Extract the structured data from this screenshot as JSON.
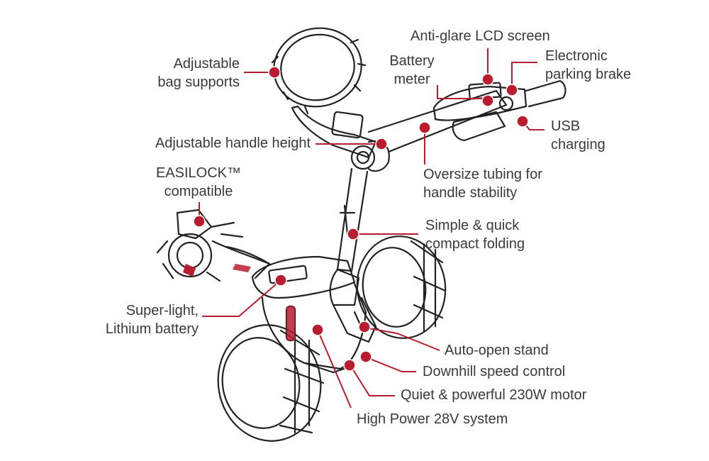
{
  "colors": {
    "accent": "#b81c2e",
    "line": "#222222",
    "text": "#3a3a3a"
  },
  "labels": {
    "bag_supports": "Adjustable\nbag supports",
    "handle_height": "Adjustable handle height",
    "easilock": "EASILOCK™\ncompatible",
    "battery": "Super-light,\nLithium battery",
    "lcd": "Anti-glare LCD screen",
    "battery_meter": "Battery\nmeter",
    "parking_brake": "Electronic\nparking brake",
    "usb": "USB\ncharging",
    "tubing": "Oversize tubing for\nhandle stability",
    "folding": "Simple & quick\ncompact folding",
    "stand": "Auto-open stand",
    "downhill": "Downhill speed control",
    "motor": "Quiet & powerful 230W motor",
    "power": "High Power 28V system"
  }
}
